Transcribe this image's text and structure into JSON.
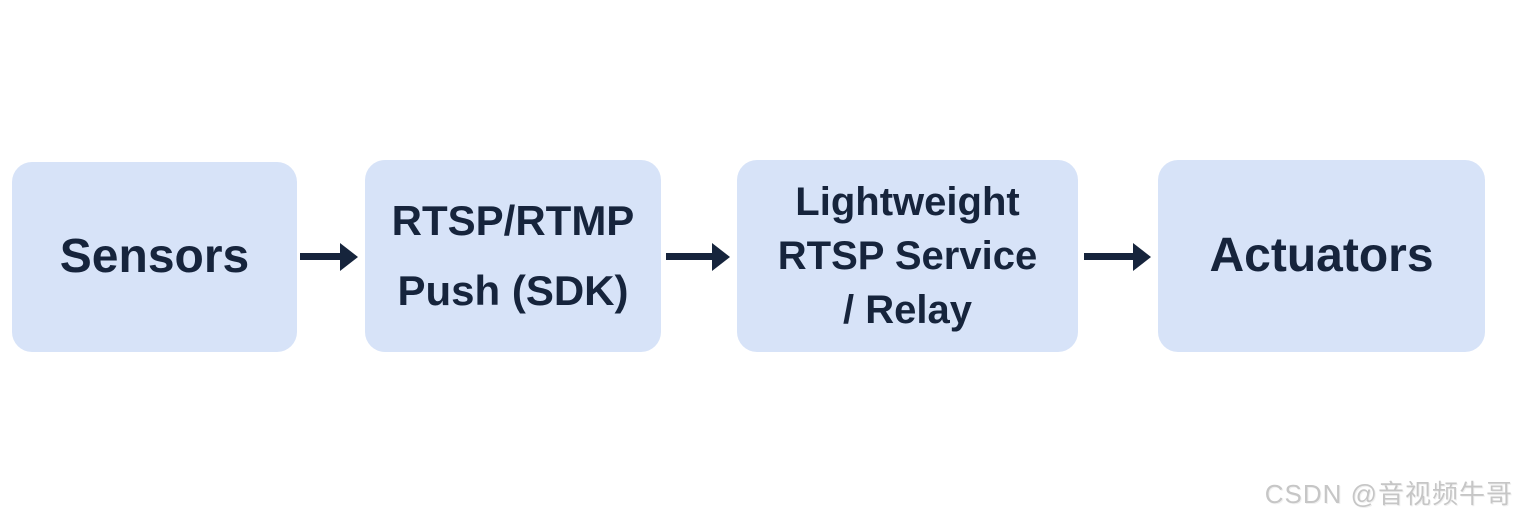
{
  "colors": {
    "bg": "#ffffff",
    "node_fill": "#d7e3f8",
    "ink": "#16243c",
    "watermark": "#c6c6c6"
  },
  "flow": {
    "nodes": [
      {
        "id": "sensors",
        "lines": [
          "Sensors"
        ]
      },
      {
        "id": "rtsp-rtmp-push-sdk",
        "lines": [
          "RTSP/RTMP",
          "Push (SDK)"
        ]
      },
      {
        "id": "lightweight-rtsp-service-relay",
        "lines": [
          "Lightweight",
          "RTSP Service",
          "/ Relay"
        ]
      },
      {
        "id": "actuators",
        "lines": [
          "Actuators"
        ]
      }
    ],
    "connections": [
      {
        "from": "sensors",
        "to": "rtsp-rtmp-push-sdk"
      },
      {
        "from": "rtsp-rtmp-push-sdk",
        "to": "lightweight-rtsp-service-relay"
      },
      {
        "from": "lightweight-rtsp-service-relay",
        "to": "actuators"
      }
    ]
  },
  "watermark": {
    "text": "CSDN @音视频牛哥"
  }
}
